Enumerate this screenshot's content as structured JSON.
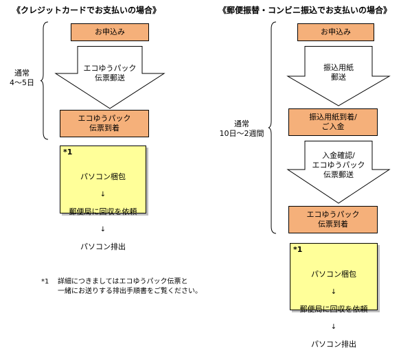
{
  "left": {
    "heading": "《クレジットカードでお支払いの場合》",
    "duration": "通常\n4〜5日",
    "step1": "お申込み",
    "arrow_text": "エコゆうパック\n伝票郵送",
    "step2": "エコゆうパック\n伝票到着",
    "note": {
      "mark": "*1",
      "line1": "パソコン梱包",
      "line2": "郵便局に回収を依頼",
      "line3": "パソコン排出",
      "down_arrow": "↓"
    }
  },
  "right": {
    "heading": "《郵便振替・コンビニ振込でお支払いの場合》",
    "duration": "通常\n10日〜2週間",
    "step1": "お申込み",
    "arrow1_text": "振込用紙\n郵送",
    "step2": "振込用紙到着/\nご入金",
    "arrow2_text": "入金確認/\nエコゆうパック\n伝票郵送",
    "step3": "エコゆうパック\n伝票到着",
    "note": {
      "mark": "*1",
      "line1": "パソコン梱包",
      "line2": "郵便局に回収を依頼",
      "line3": "パソコン排出",
      "down_arrow": "↓"
    }
  },
  "footnote": {
    "mark": "*1",
    "line1": "詳細につきましてはエコゆうパック伝票と",
    "line2": "一緒にお送りする排出手順書をご覧ください。"
  },
  "colors": {
    "orange_box": "#f5b07a",
    "yellow_box": "#ffff99"
  }
}
